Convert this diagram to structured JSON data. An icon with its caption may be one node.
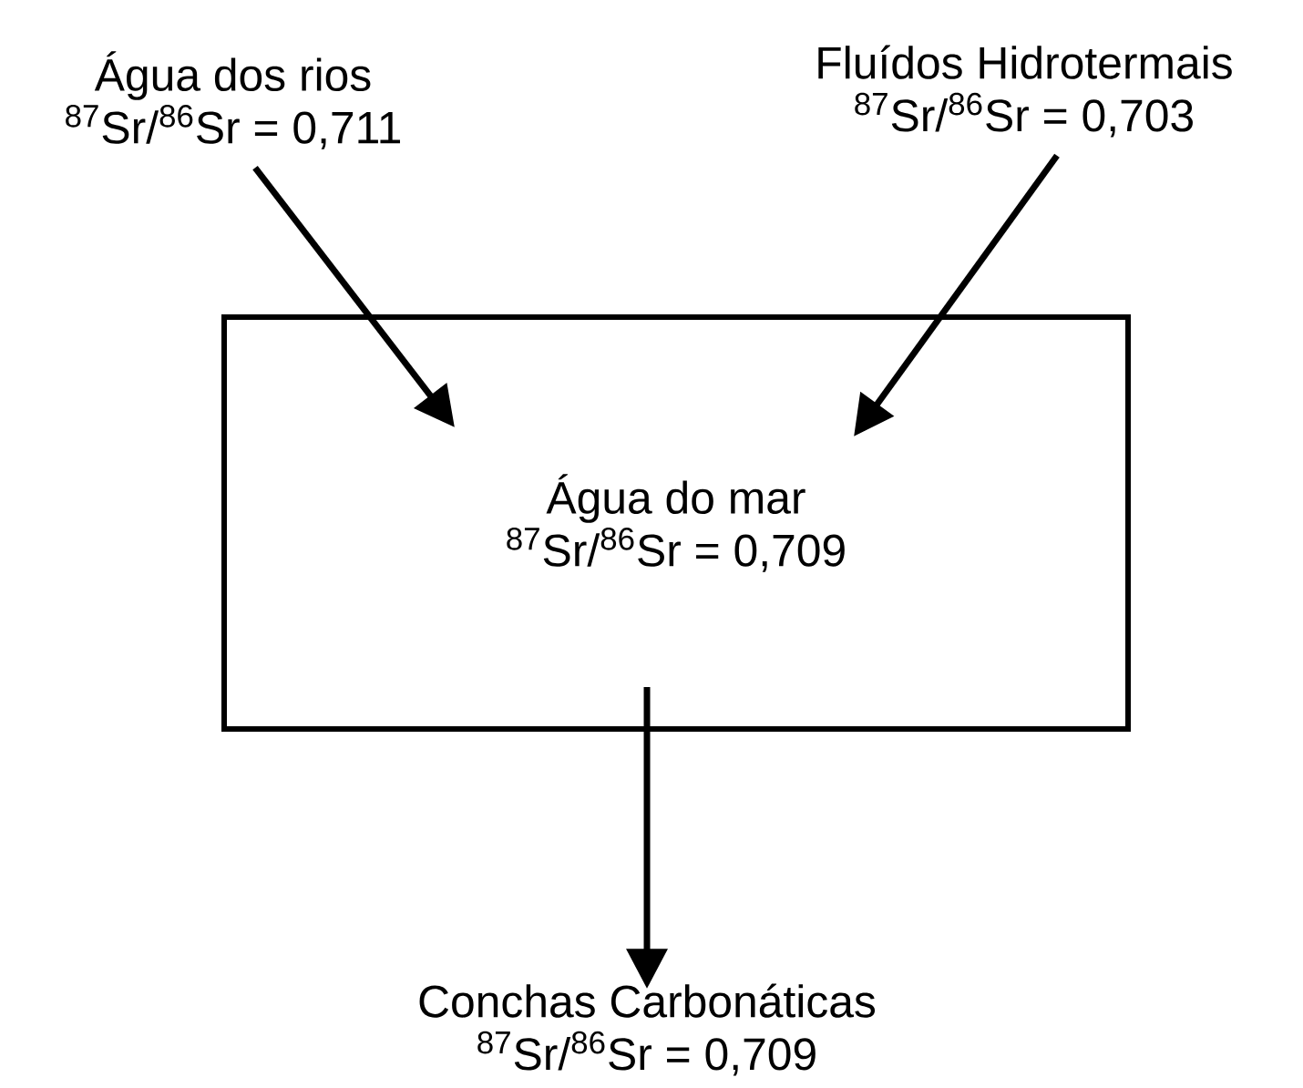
{
  "diagram": {
    "nodes": [
      {
        "text": [
          "Água dos rios",
          "$^{87}$Sr/$^{86}$Sr = 0,711"
        ]
      },
      {
        "text": [
          "Fluídos Hidrotermais",
          "$^{87}$Sr/$^{86}$Sr = 0,703"
        ]
      },
      {
        "text": [
          "Água do mar",
          "$^{87}$Sr/$^{86}$Sr = 0,709"
        ]
      },
      {
        "text": [
          "Conchas Carbonáticas",
          "$^{87}$Sr/$^{86}$Sr = 0,709"
        ]
      }
    ],
    "edges": [
      {
        "from": 0,
        "to": 2,
        "arrow": "to"
      },
      {
        "from": 1,
        "to": 2,
        "arrow": "to"
      },
      {
        "from": 2,
        "to": 3,
        "arrow": "to"
      }
    ]
  }
}
